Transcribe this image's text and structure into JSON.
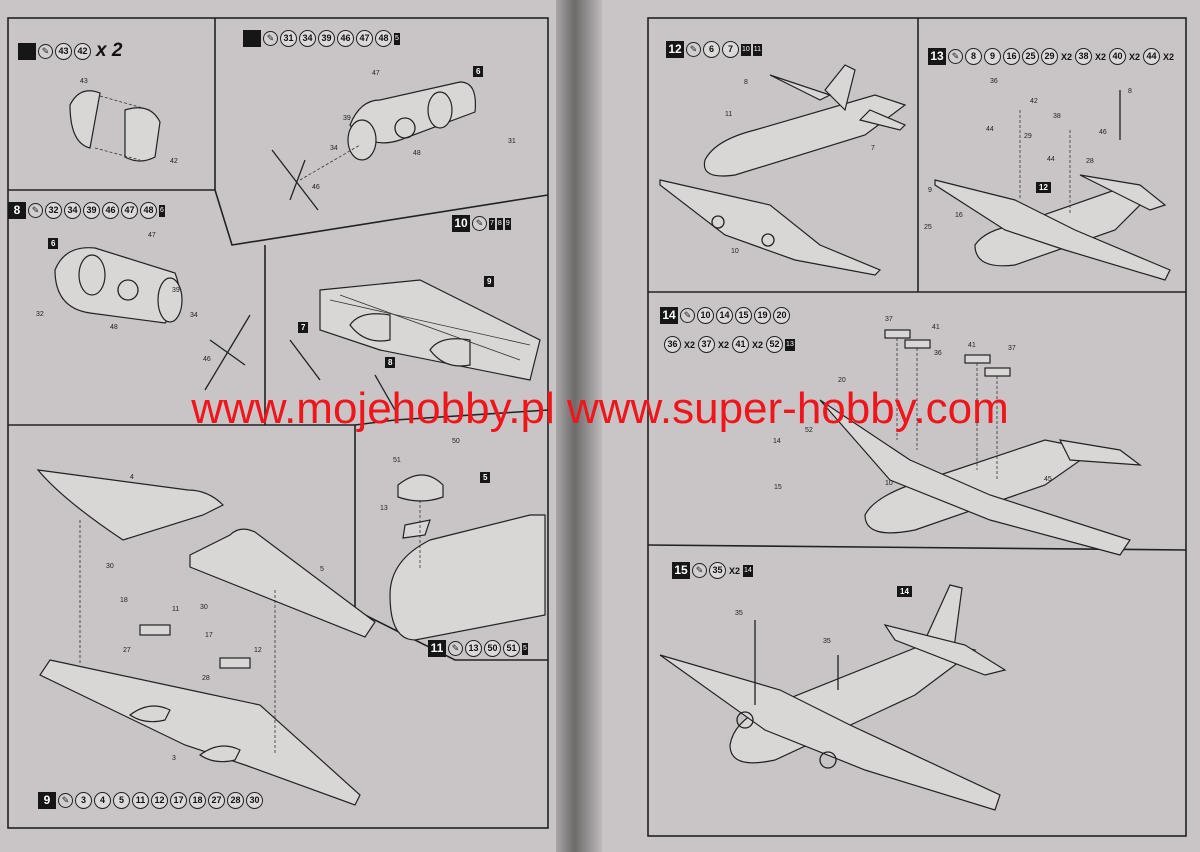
{
  "watermark": "www.mojehobby.pl  www.super-hobby.com",
  "steps": {
    "s_top_left": {
      "num": "",
      "parts": [
        "43",
        "42"
      ],
      "mult": "x 2"
    },
    "s_top_mid": {
      "num": "",
      "parts": [
        "31",
        "34",
        "39",
        "46",
        "47",
        "48"
      ],
      "decal": "5"
    },
    "s8": {
      "num": "8",
      "parts": [
        "32",
        "34",
        "39",
        "46",
        "47",
        "48"
      ],
      "decal": "6"
    },
    "s10": {
      "num": "10",
      "parts": [
        "7",
        "8",
        "9"
      ]
    },
    "s9": {
      "num": "9",
      "parts": [
        "3",
        "4",
        "5",
        "11",
        "12",
        "17",
        "18",
        "27",
        "28",
        "30"
      ]
    },
    "s11": {
      "num": "11",
      "parts": [
        "13",
        "50",
        "51"
      ],
      "decal": "5"
    },
    "s12": {
      "num": "12",
      "parts": [
        "6",
        "7"
      ],
      "decal1": "10",
      "decal2": "11"
    },
    "s13": {
      "num": "13",
      "parts": [
        "8",
        "9",
        "16",
        "25",
        "29"
      ],
      "p2": "38",
      "p3": "40",
      "p4": "44",
      "x2": "X2"
    },
    "s14": {
      "num": "14",
      "parts": [
        "10",
        "14",
        "15",
        "19",
        "20"
      ],
      "line2": [
        "36",
        "37",
        "41",
        "52"
      ],
      "x2": "X2",
      "decal": "13"
    },
    "s15": {
      "num": "15",
      "parts": [
        "35"
      ],
      "x2": "X2",
      "ref": "14"
    }
  },
  "refs": {
    "r6a": "6",
    "r6b": "6",
    "r9": "9",
    "r7": "7",
    "r8": "8",
    "r5": "5",
    "r12": "12",
    "r14": "14"
  },
  "labels": {
    "l43": "43",
    "l42": "42",
    "l47a": "47",
    "l39a": "39",
    "l34a": "34",
    "l48a": "48",
    "l31": "31",
    "l46a": "46",
    "l47b": "47",
    "l32": "32",
    "l39b": "39",
    "l34b": "34",
    "l48b": "48",
    "l46b": "46",
    "l4": "4",
    "l5": "5",
    "l30a": "30",
    "l18": "18",
    "l11": "11",
    "l30b": "30",
    "l17": "17",
    "l12": "12",
    "l27": "27",
    "l28": "28",
    "l3": "3",
    "l50": "50",
    "l51": "51",
    "l13": "13",
    "r8l": "8",
    "r11": "11",
    "r7l": "7",
    "r10": "10",
    "r36": "36",
    "r42": "42",
    "r38": "38",
    "r29": "29",
    "r44a": "44",
    "r44b": "44",
    "r16": "16",
    "r25": "25",
    "r9l": "9",
    "r28": "28",
    "r46": "46",
    "r8b": "8",
    "r37a": "37",
    "r41a": "41",
    "r41b": "41",
    "r37b": "37",
    "r20": "20",
    "r36b": "36",
    "r52": "52",
    "r14l": "14",
    "r15": "15",
    "r10b": "10",
    "r45": "45",
    "r35a": "35",
    "r35b": "35"
  }
}
